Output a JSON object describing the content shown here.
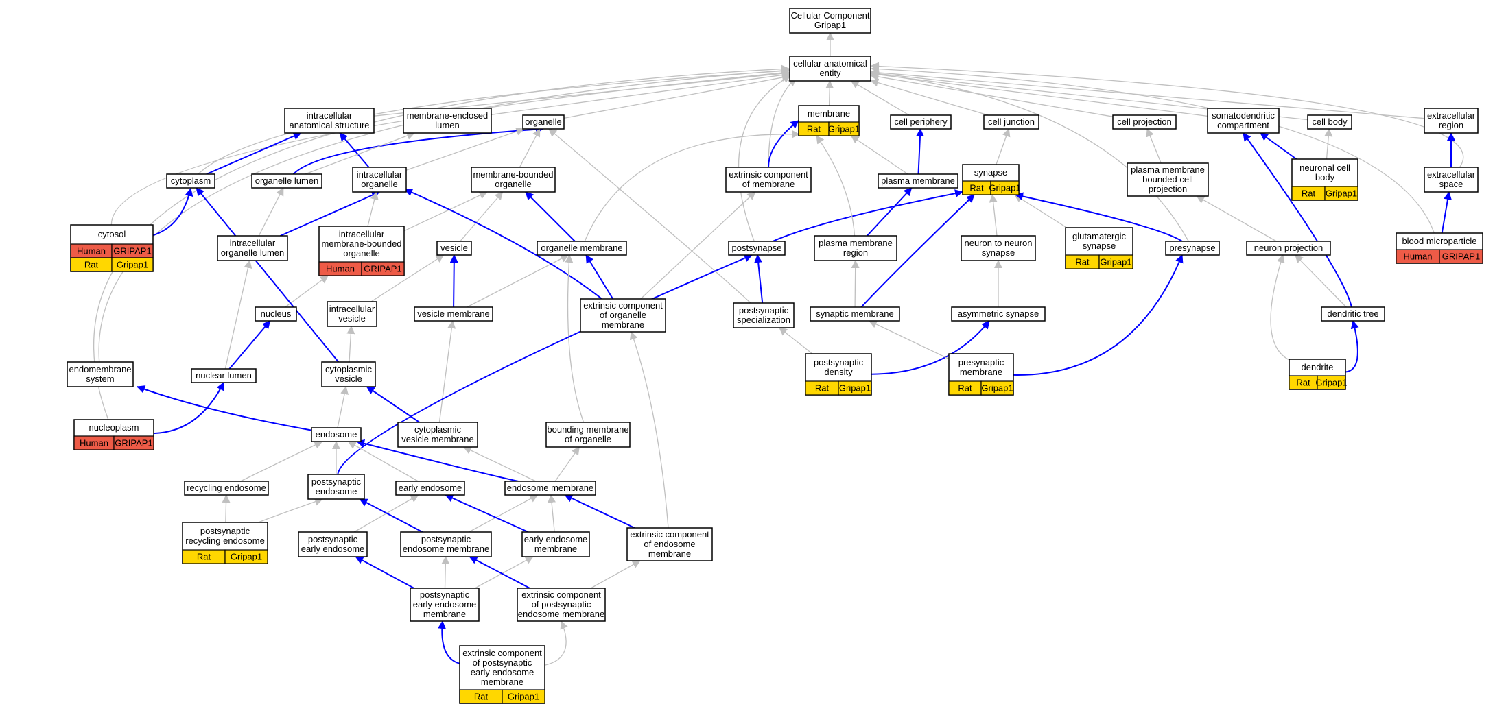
{
  "colors": {
    "blue_edge": "#0000ff",
    "grey_edge": "#c0c0c0",
    "human": "#ee5b47",
    "rat": "#ffd700",
    "node_border": "#000000"
  },
  "nodes": [
    {
      "id": "root",
      "lines": [
        "Cellular Component",
        "Gripap1"
      ]
    },
    {
      "id": "cae",
      "lines": [
        "cellular anatomical",
        "entity"
      ]
    },
    {
      "id": "ias",
      "lines": [
        "intracellular",
        "anatomical structure"
      ]
    },
    {
      "id": "mel",
      "lines": [
        "membrane-enclosed",
        "lumen"
      ]
    },
    {
      "id": "organelle",
      "lines": [
        "organelle"
      ]
    },
    {
      "id": "membrane",
      "lines": [
        "membrane"
      ],
      "ann": [
        [
          "Rat",
          "Gripap1"
        ]
      ]
    },
    {
      "id": "cellperiph",
      "lines": [
        "cell periphery"
      ]
    },
    {
      "id": "celljunc",
      "lines": [
        "cell junction"
      ]
    },
    {
      "id": "cellproj",
      "lines": [
        "cell projection"
      ]
    },
    {
      "id": "somato",
      "lines": [
        "somatodendritic",
        "compartment"
      ]
    },
    {
      "id": "cellbody",
      "lines": [
        "cell body"
      ]
    },
    {
      "id": "extreg",
      "lines": [
        "extracellular",
        "region"
      ]
    },
    {
      "id": "cytoplasm",
      "lines": [
        "cytoplasm"
      ]
    },
    {
      "id": "orglumen",
      "lines": [
        "organelle lumen"
      ]
    },
    {
      "id": "intorg",
      "lines": [
        "intracellular",
        "organelle"
      ]
    },
    {
      "id": "mborg",
      "lines": [
        "membrane-bounded",
        "organelle"
      ]
    },
    {
      "id": "extcompmem",
      "lines": [
        "extrinsic component",
        "of membrane"
      ]
    },
    {
      "id": "plasmamem",
      "lines": [
        "plasma membrane"
      ]
    },
    {
      "id": "synapse",
      "lines": [
        "synapse"
      ],
      "ann": [
        [
          "Rat",
          "Gripap1"
        ]
      ]
    },
    {
      "id": "pmbcp",
      "lines": [
        "plasma membrane",
        "bounded cell",
        "projection"
      ]
    },
    {
      "id": "neuronalcb",
      "lines": [
        "neuronal cell",
        "body"
      ],
      "ann": [
        [
          "Rat",
          "Gripap1"
        ]
      ]
    },
    {
      "id": "extspace",
      "lines": [
        "extracellular",
        "space"
      ]
    },
    {
      "id": "cytosol",
      "lines": [
        "cytosol"
      ],
      "ann": [
        [
          "Human",
          "GRIPAP1"
        ],
        [
          "Rat",
          "Gripap1"
        ]
      ]
    },
    {
      "id": "intorglumen",
      "lines": [
        "intracellular",
        "organelle lumen"
      ]
    },
    {
      "id": "imbo",
      "lines": [
        "intracellular",
        "membrane-bounded",
        "organelle"
      ],
      "ann": [
        [
          "Human",
          "GRIPAP1"
        ]
      ]
    },
    {
      "id": "vesicle",
      "lines": [
        "vesicle"
      ]
    },
    {
      "id": "orgmem",
      "lines": [
        "organelle membrane"
      ]
    },
    {
      "id": "postsynapse",
      "lines": [
        "postsynapse"
      ]
    },
    {
      "id": "pmregion",
      "lines": [
        "plasma membrane",
        "region"
      ]
    },
    {
      "id": "n2n",
      "lines": [
        "neuron to neuron",
        "synapse"
      ]
    },
    {
      "id": "glutsyn",
      "lines": [
        "glutamatergic",
        "synapse"
      ],
      "ann": [
        [
          "Rat",
          "Gripap1"
        ]
      ]
    },
    {
      "id": "presynapse",
      "lines": [
        "presynapse"
      ]
    },
    {
      "id": "neuronproj",
      "lines": [
        "neuron projection"
      ]
    },
    {
      "id": "bloodmp",
      "lines": [
        "blood microparticle"
      ],
      "ann": [
        [
          "Human",
          "GRIPAP1"
        ]
      ]
    },
    {
      "id": "nucleus",
      "lines": [
        "nucleus"
      ]
    },
    {
      "id": "intves",
      "lines": [
        "intracellular",
        "vesicle"
      ]
    },
    {
      "id": "vesmem",
      "lines": [
        "vesicle membrane"
      ]
    },
    {
      "id": "ecorgmem",
      "lines": [
        "extrinsic component",
        "of organelle",
        "membrane"
      ]
    },
    {
      "id": "psspec",
      "lines": [
        "postsynaptic",
        "specialization"
      ]
    },
    {
      "id": "synmem",
      "lines": [
        "synaptic membrane"
      ]
    },
    {
      "id": "asymsyn",
      "lines": [
        "asymmetric synapse"
      ]
    },
    {
      "id": "dendtree",
      "lines": [
        "dendritic tree"
      ]
    },
    {
      "id": "endomemsys",
      "lines": [
        "endomembrane",
        "system"
      ]
    },
    {
      "id": "nuclumen",
      "lines": [
        "nuclear lumen"
      ]
    },
    {
      "id": "cytves",
      "lines": [
        "cytoplasmic",
        "vesicle"
      ]
    },
    {
      "id": "psdensity",
      "lines": [
        "postsynaptic",
        "density"
      ],
      "ann": [
        [
          "Rat",
          "Gripap1"
        ]
      ]
    },
    {
      "id": "presynmem",
      "lines": [
        "presynaptic",
        "membrane"
      ],
      "ann": [
        [
          "Rat",
          "Gripap1"
        ]
      ]
    },
    {
      "id": "dendrite",
      "lines": [
        "dendrite"
      ],
      "ann": [
        [
          "Rat",
          "Gripap1"
        ]
      ]
    },
    {
      "id": "nucleoplasm",
      "lines": [
        "nucleoplasm"
      ],
      "ann": [
        [
          "Human",
          "GRIPAP1"
        ]
      ]
    },
    {
      "id": "endosome",
      "lines": [
        "endosome"
      ]
    },
    {
      "id": "cytvesmem",
      "lines": [
        "cytoplasmic",
        "vesicle membrane"
      ]
    },
    {
      "id": "boundmem",
      "lines": [
        "bounding membrane",
        "of organelle"
      ]
    },
    {
      "id": "recend",
      "lines": [
        "recycling endosome"
      ]
    },
    {
      "id": "psendo",
      "lines": [
        "postsynaptic",
        "endosome"
      ]
    },
    {
      "id": "earlyendo",
      "lines": [
        "early endosome"
      ]
    },
    {
      "id": "endomem",
      "lines": [
        "endosome membrane"
      ]
    },
    {
      "id": "psrecend",
      "lines": [
        "postsynaptic",
        "recycling endosome"
      ],
      "ann": [
        [
          "Rat",
          "Gripap1"
        ]
      ]
    },
    {
      "id": "psearlyendo",
      "lines": [
        "postsynaptic",
        "early endosome"
      ]
    },
    {
      "id": "psendomem",
      "lines": [
        "postsynaptic",
        "endosome membrane"
      ]
    },
    {
      "id": "earlyendomem",
      "lines": [
        "early endosome",
        "membrane"
      ]
    },
    {
      "id": "ecendomem",
      "lines": [
        "extrinsic component",
        "of endosome",
        "membrane"
      ]
    },
    {
      "id": "pseeendomem",
      "lines": [
        "postsynaptic",
        "early endosome",
        "membrane"
      ]
    },
    {
      "id": "ecpsendomem",
      "lines": [
        "extrinsic component",
        "of postsynaptic",
        "endosome membrane"
      ]
    },
    {
      "id": "ecpseeendomem",
      "lines": [
        "extrinsic component",
        "of postsynaptic",
        "early endosome",
        "membrane"
      ],
      "ann": [
        [
          "Rat",
          "Gripap1"
        ]
      ]
    }
  ],
  "edges": [
    {
      "from": "cae",
      "to": "root",
      "kind": "grey"
    },
    {
      "from": "ias",
      "to": "cae",
      "kind": "grey"
    },
    {
      "from": "mel",
      "to": "cae",
      "kind": "grey"
    },
    {
      "from": "organelle",
      "to": "cae",
      "kind": "grey"
    },
    {
      "from": "membrane",
      "to": "cae",
      "kind": "grey"
    },
    {
      "from": "cellperiph",
      "to": "cae",
      "kind": "grey"
    },
    {
      "from": "celljunc",
      "to": "cae",
      "kind": "grey"
    },
    {
      "from": "cellproj",
      "to": "cae",
      "kind": "grey"
    },
    {
      "from": "somato",
      "to": "cae",
      "kind": "grey"
    },
    {
      "from": "cellbody",
      "to": "cae",
      "kind": "grey"
    },
    {
      "from": "extreg",
      "to": "cae",
      "kind": "grey"
    },
    {
      "from": "cytoplasm",
      "to": "cae",
      "kind": "grey"
    },
    {
      "from": "cytosol",
      "to": "cae",
      "kind": "grey"
    },
    {
      "from": "extcompmem",
      "to": "cae",
      "kind": "grey"
    },
    {
      "from": "postsynapse",
      "to": "cae",
      "kind": "grey"
    },
    {
      "from": "presynapse",
      "to": "cae",
      "kind": "grey"
    },
    {
      "from": "endomemsys",
      "to": "cae",
      "kind": "grey"
    },
    {
      "from": "nucleoplasm",
      "to": "cae",
      "kind": "grey"
    },
    {
      "from": "bloodmp",
      "to": "cae",
      "kind": "grey"
    },
    {
      "from": "extspace",
      "to": "cae",
      "kind": "grey"
    },
    {
      "from": "cytoplasm",
      "to": "ias",
      "kind": "blue"
    },
    {
      "from": "orglumen",
      "to": "organelle",
      "kind": "blue"
    },
    {
      "from": "intorg",
      "to": "ias",
      "kind": "blue"
    },
    {
      "from": "intorg",
      "to": "organelle",
      "kind": "grey"
    },
    {
      "from": "mborg",
      "to": "organelle",
      "kind": "grey"
    },
    {
      "from": "orglumen",
      "to": "mel",
      "kind": "grey"
    },
    {
      "from": "extcompmem",
      "to": "membrane",
      "kind": "blue"
    },
    {
      "from": "plasmamem",
      "to": "membrane",
      "kind": "grey"
    },
    {
      "from": "plasmamem",
      "to": "cellperiph",
      "kind": "blue"
    },
    {
      "from": "synapse",
      "to": "celljunc",
      "kind": "grey"
    },
    {
      "from": "pmbcp",
      "to": "cellproj",
      "kind": "grey"
    },
    {
      "from": "neuronalcb",
      "to": "somato",
      "kind": "blue"
    },
    {
      "from": "neuronalcb",
      "to": "cellbody",
      "kind": "grey"
    },
    {
      "from": "extspace",
      "to": "extreg",
      "kind": "blue"
    },
    {
      "from": "cytosol",
      "to": "cytoplasm",
      "kind": "blue"
    },
    {
      "from": "intorglumen",
      "to": "orglumen",
      "kind": "grey"
    },
    {
      "from": "intorglumen",
      "to": "intorg",
      "kind": "blue"
    },
    {
      "from": "imbo",
      "to": "intorg",
      "kind": "grey"
    },
    {
      "from": "imbo",
      "to": "mborg",
      "kind": "grey"
    },
    {
      "from": "vesicle",
      "to": "mborg",
      "kind": "grey"
    },
    {
      "from": "orgmem",
      "to": "mborg",
      "kind": "blue"
    },
    {
      "from": "orgmem",
      "to": "membrane",
      "kind": "grey"
    },
    {
      "from": "postsynapse",
      "to": "synapse",
      "kind": "blue"
    },
    {
      "from": "pmregion",
      "to": "plasmamem",
      "kind": "blue"
    },
    {
      "from": "pmregion",
      "to": "membrane",
      "kind": "grey"
    },
    {
      "from": "n2n",
      "to": "synapse",
      "kind": "grey"
    },
    {
      "from": "glutsyn",
      "to": "synapse",
      "kind": "grey"
    },
    {
      "from": "presynapse",
      "to": "synapse",
      "kind": "blue"
    },
    {
      "from": "neuronproj",
      "to": "pmbcp",
      "kind": "grey"
    },
    {
      "from": "bloodmp",
      "to": "extspace",
      "kind": "blue"
    },
    {
      "from": "nucleus",
      "to": "imbo",
      "kind": "grey"
    },
    {
      "from": "intves",
      "to": "vesicle",
      "kind": "grey"
    },
    {
      "from": "vesmem",
      "to": "vesicle",
      "kind": "blue"
    },
    {
      "from": "vesmem",
      "to": "orgmem",
      "kind": "grey"
    },
    {
      "from": "ecorgmem",
      "to": "orgmem",
      "kind": "blue"
    },
    {
      "from": "ecorgmem",
      "to": "intorg",
      "kind": "blue"
    },
    {
      "from": "ecorgmem",
      "to": "extcompmem",
      "kind": "grey"
    },
    {
      "from": "psspec",
      "to": "postsynapse",
      "kind": "blue"
    },
    {
      "from": "psspec",
      "to": "organelle",
      "kind": "grey"
    },
    {
      "from": "synmem",
      "to": "synapse",
      "kind": "blue"
    },
    {
      "from": "synmem",
      "to": "pmregion",
      "kind": "grey"
    },
    {
      "from": "asymsyn",
      "to": "n2n",
      "kind": "grey"
    },
    {
      "from": "dendtree",
      "to": "somato",
      "kind": "blue"
    },
    {
      "from": "dendtree",
      "to": "neuronproj",
      "kind": "grey"
    },
    {
      "from": "nuclumen",
      "to": "nucleus",
      "kind": "blue"
    },
    {
      "from": "nuclumen",
      "to": "intorglumen",
      "kind": "grey"
    },
    {
      "from": "cytves",
      "to": "intves",
      "kind": "grey"
    },
    {
      "from": "cytves",
      "to": "cytoplasm",
      "kind": "blue"
    },
    {
      "from": "psdensity",
      "to": "psspec",
      "kind": "grey"
    },
    {
      "from": "psdensity",
      "to": "asymsyn",
      "kind": "blue"
    },
    {
      "from": "presynmem",
      "to": "synmem",
      "kind": "grey"
    },
    {
      "from": "presynmem",
      "to": "presynapse",
      "kind": "blue"
    },
    {
      "from": "dendrite",
      "to": "dendtree",
      "kind": "blue"
    },
    {
      "from": "dendrite",
      "to": "neuronproj",
      "kind": "grey"
    },
    {
      "from": "nucleoplasm",
      "to": "nuclumen",
      "kind": "blue"
    },
    {
      "from": "endosome",
      "to": "endomemsys",
      "kind": "blue"
    },
    {
      "from": "endosome",
      "to": "cytves",
      "kind": "grey"
    },
    {
      "from": "cytvesmem",
      "to": "cytves",
      "kind": "blue"
    },
    {
      "from": "cytvesmem",
      "to": "vesmem",
      "kind": "grey"
    },
    {
      "from": "boundmem",
      "to": "orgmem",
      "kind": "grey"
    },
    {
      "from": "recend",
      "to": "endosome",
      "kind": "grey"
    },
    {
      "from": "psendo",
      "to": "endosome",
      "kind": "grey"
    },
    {
      "from": "psendo",
      "to": "postsynapse",
      "kind": "blue"
    },
    {
      "from": "earlyendo",
      "to": "endosome",
      "kind": "grey"
    },
    {
      "from": "endomem",
      "to": "endosome",
      "kind": "blue"
    },
    {
      "from": "endomem",
      "to": "cytvesmem",
      "kind": "grey"
    },
    {
      "from": "endomem",
      "to": "boundmem",
      "kind": "grey"
    },
    {
      "from": "psrecend",
      "to": "recend",
      "kind": "grey"
    },
    {
      "from": "psrecend",
      "to": "psendo",
      "kind": "grey"
    },
    {
      "from": "psearlyendo",
      "to": "earlyendo",
      "kind": "grey"
    },
    {
      "from": "psendomem",
      "to": "psendo",
      "kind": "blue"
    },
    {
      "from": "psendomem",
      "to": "endomem",
      "kind": "grey"
    },
    {
      "from": "earlyendomem",
      "to": "earlyendo",
      "kind": "blue"
    },
    {
      "from": "earlyendomem",
      "to": "endomem",
      "kind": "grey"
    },
    {
      "from": "ecendomem",
      "to": "endomem",
      "kind": "blue"
    },
    {
      "from": "ecendomem",
      "to": "ecorgmem",
      "kind": "grey"
    },
    {
      "from": "pseeendomem",
      "to": "psearlyendo",
      "kind": "blue"
    },
    {
      "from": "pseeendomem",
      "to": "psendomem",
      "kind": "grey"
    },
    {
      "from": "pseeendomem",
      "to": "earlyendomem",
      "kind": "grey"
    },
    {
      "from": "ecpsendomem",
      "to": "psendomem",
      "kind": "blue"
    },
    {
      "from": "ecpsendomem",
      "to": "ecendomem",
      "kind": "grey"
    },
    {
      "from": "ecpseeendomem",
      "to": "pseeendomem",
      "kind": "blue"
    },
    {
      "from": "ecpseeendomem",
      "to": "ecpsendomem",
      "kind": "grey"
    }
  ]
}
